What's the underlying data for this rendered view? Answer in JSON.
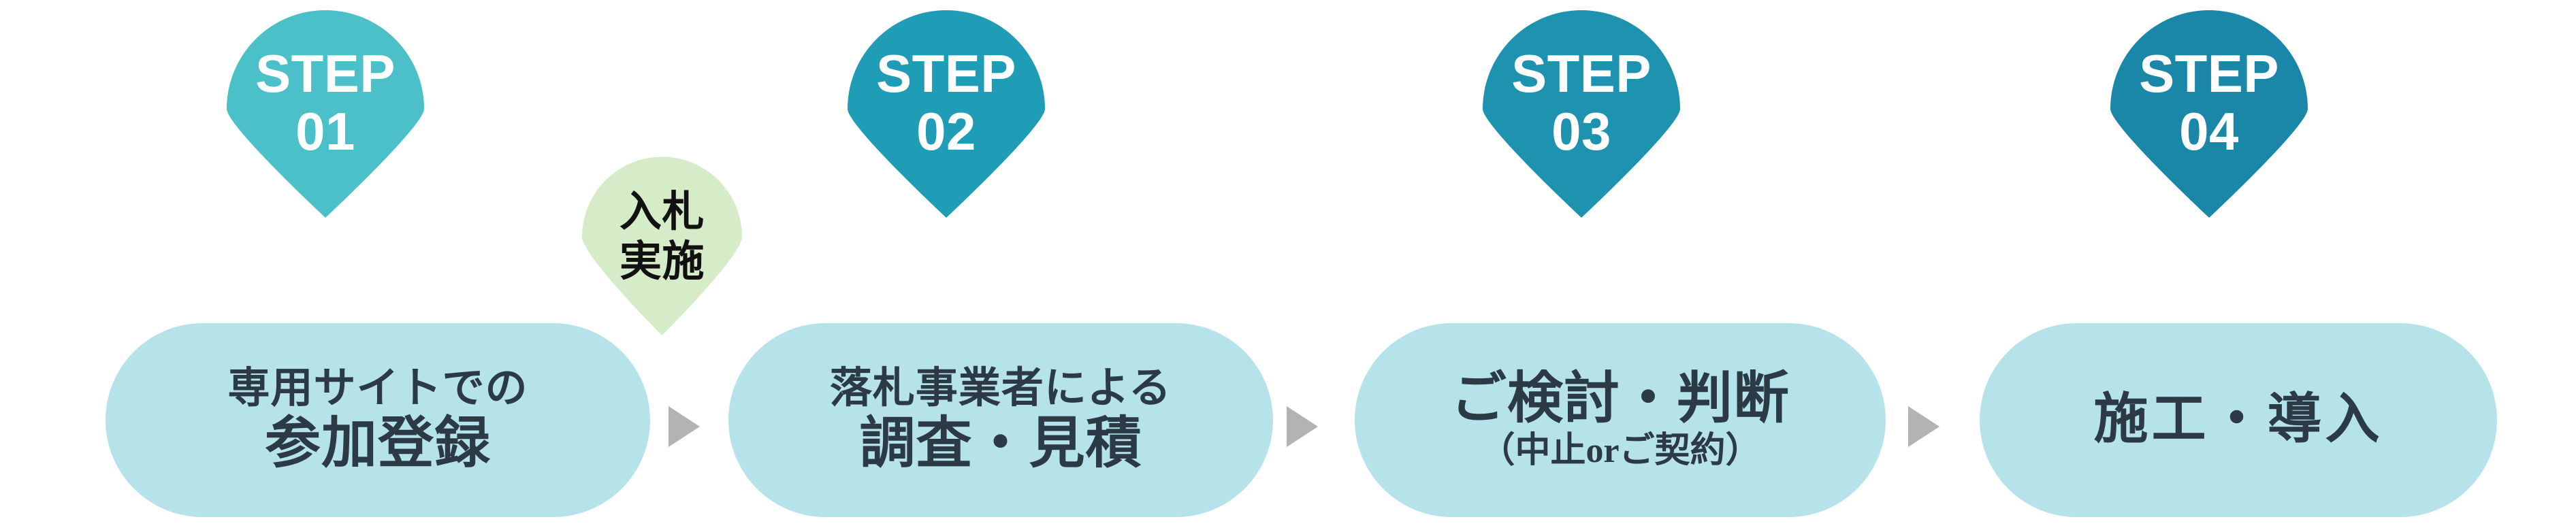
{
  "diagram": {
    "title": "bidding process flow",
    "colors": {
      "pin_step_01": "#4cc0c9",
      "pin_step_02": "#1f9cb6",
      "pin_step_03": "#1e93b0",
      "pin_step_04": "#1a87a8",
      "pin_bidding": "#d6ecc9",
      "pill_background": "#b6e2ea",
      "pill_text": "#2b3a45",
      "arrow": "#b3b3b3",
      "pin_text": "#ffffff",
      "bidding_text": "#111111"
    }
  },
  "pins": [
    {
      "id": "step-01",
      "word": "STEP",
      "number": "01",
      "color": "#4cc0c9"
    },
    {
      "id": "bidding",
      "line1": "入札",
      "line2": "実施",
      "color": "#d6ecc9"
    },
    {
      "id": "step-02",
      "word": "STEP",
      "number": "02",
      "color": "#1f9cb6"
    },
    {
      "id": "step-03",
      "word": "STEP",
      "number": "03",
      "color": "#1e93b0"
    },
    {
      "id": "step-04",
      "word": "STEP",
      "number": "04",
      "color": "#1a87a8"
    }
  ],
  "steps": [
    {
      "id": "step-1",
      "line1": "専用サイトでの",
      "line2": "参加登録"
    },
    {
      "id": "step-2",
      "line1": "落札事業者による",
      "line2": "調査・見積"
    },
    {
      "id": "step-3",
      "line1": "ご検討・判断",
      "line2": "（中止orご契約）"
    },
    {
      "id": "step-4",
      "line1": "施工・導入"
    }
  ],
  "arrows": [
    {
      "id": "arrow-1",
      "glyph": "▶"
    },
    {
      "id": "arrow-2",
      "glyph": "▶"
    },
    {
      "id": "arrow-3",
      "glyph": "▶"
    }
  ]
}
